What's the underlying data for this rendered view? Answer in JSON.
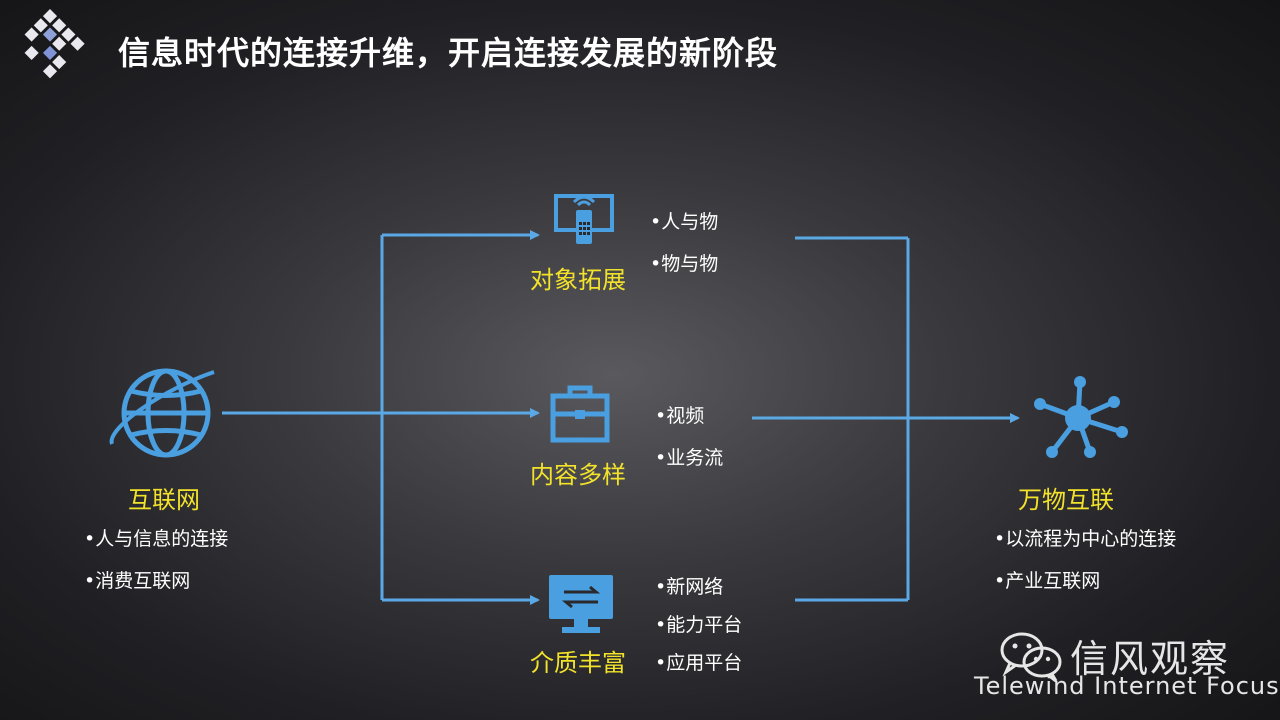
{
  "title": "信息时代的连接升维，开启连接发展的新阶段",
  "colors": {
    "accent_line": "#5aa8e6",
    "label_yellow": "#f2e22a",
    "icon_blue": "#4a9fe0"
  },
  "source": {
    "label": "互联网",
    "icon": "globe-icon",
    "bullets": [
      "•人与信息的连接",
      "•消费互联网"
    ]
  },
  "branches": [
    {
      "label": "对象拓展",
      "icon": "mobile-remote-icon",
      "bullets": [
        "•人与物",
        "•物与物"
      ]
    },
    {
      "label": "内容多样",
      "icon": "toolbox-icon",
      "bullets": [
        "•视频",
        "•业务流"
      ]
    },
    {
      "label": "介质丰富",
      "icon": "monitor-exchange-icon",
      "bullets": [
        "•新网络",
        "•能力平台",
        "•应用平台"
      ]
    }
  ],
  "target": {
    "label": "万物互联",
    "icon": "network-hub-icon",
    "bullets": [
      "•以流程为中心的连接",
      "•产业互联网"
    ]
  },
  "watermark": {
    "cn": "信风观察",
    "en": "Telewind Internet Focus",
    "icon": "wechat-icon"
  }
}
